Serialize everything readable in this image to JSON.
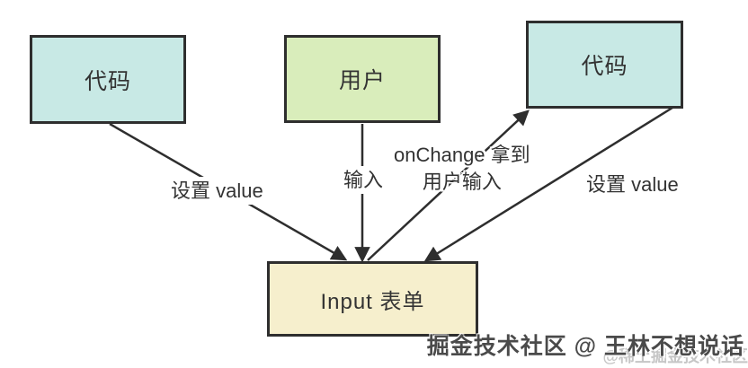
{
  "diagram": {
    "background": "#ffffff",
    "stroke_color": "#333333",
    "text_color": "#333333",
    "boxes": [
      {
        "id": "code-left",
        "label": "代码",
        "fill": "#c8e9e5"
      },
      {
        "id": "user",
        "label": "用户",
        "fill": "#d9edbb"
      },
      {
        "id": "code-right",
        "label": "代码",
        "fill": "#c8e9e5"
      },
      {
        "id": "input-form",
        "label": "Input 表单",
        "fill": "#f6efcd"
      }
    ],
    "edges": [
      {
        "from": "code-left",
        "to": "input-form",
        "label": "设置 value"
      },
      {
        "from": "user",
        "to": "input-form",
        "label": "输入"
      },
      {
        "from": "input-form",
        "to": "code-right",
        "label_lines": [
          "onChange 拿到",
          "用户输入"
        ]
      },
      {
        "from": "code-right",
        "to": "input-form",
        "label": "设置 value"
      }
    ],
    "watermark": {
      "main": "掘金技术社区 @ 王林不想说话",
      "main_color": "#4a4a4a",
      "secondary": "@稀土掘金技术社区",
      "secondary_color": "#c6c6c6"
    }
  }
}
